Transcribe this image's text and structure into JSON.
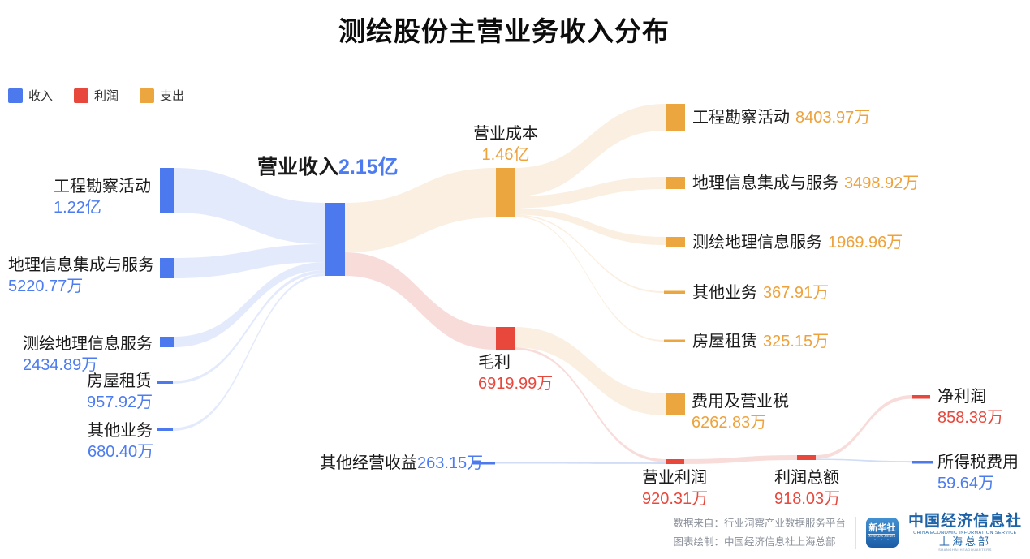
{
  "title": "测绘股份主营业务收入分布",
  "legend": [
    {
      "label": "收入",
      "color": "#4d79ee"
    },
    {
      "label": "利润",
      "color": "#e8473c"
    },
    {
      "label": "支出",
      "color": "#eca63f"
    }
  ],
  "colors": {
    "income_node": "#4d79ee",
    "income_flow": "#dbe4fa",
    "income_text": "#4d7cf0",
    "profit_node": "#e8473c",
    "profit_flow": "#f7d9d6",
    "profit_text": "#e8473c",
    "expense_node": "#eca63f",
    "expense_flow": "#faeedd",
    "expense_text": "#eda23c"
  },
  "chart_data": {
    "type": "sankey",
    "title": "测绘股份主营业务收入分布",
    "unit": "万 / 亿 (人民币)",
    "legend": [
      "收入",
      "利润",
      "支出"
    ],
    "nodes": [
      {
        "name": "工程勘察活动",
        "group": "收入",
        "value_label": "1.22亿"
      },
      {
        "name": "地理信息集成与服务",
        "group": "收入",
        "value_label": "5220.77万"
      },
      {
        "name": "测绘地理信息服务",
        "group": "收入",
        "value_label": "2434.89万"
      },
      {
        "name": "房屋租赁",
        "group": "收入",
        "value_label": "957.92万"
      },
      {
        "name": "其他业务",
        "group": "收入",
        "value_label": "680.40万"
      },
      {
        "name": "营业收入",
        "group": "收入",
        "value_label": "2.15亿"
      },
      {
        "name": "营业成本",
        "group": "支出",
        "value_label": "1.46亿"
      },
      {
        "name": "毛利",
        "group": "利润",
        "value_label": "6919.99万"
      },
      {
        "name": "工程勘察活动(成本)",
        "group": "支出",
        "value_label": "8403.97万"
      },
      {
        "name": "地理信息集成与服务(成本)",
        "group": "支出",
        "value_label": "3498.92万"
      },
      {
        "name": "测绘地理信息服务(成本)",
        "group": "支出",
        "value_label": "1969.96万"
      },
      {
        "name": "其他业务(成本)",
        "group": "支出",
        "value_label": "367.91万"
      },
      {
        "name": "房屋租赁(成本)",
        "group": "支出",
        "value_label": "325.15万"
      },
      {
        "name": "费用及营业税",
        "group": "支出",
        "value_label": "6262.83万"
      },
      {
        "name": "其他经营收益",
        "group": "收入",
        "value_label": "263.15万"
      },
      {
        "name": "营业利润",
        "group": "利润",
        "value_label": "920.31万"
      },
      {
        "name": "利润总额",
        "group": "利润",
        "value_label": "918.03万"
      },
      {
        "name": "净利润",
        "group": "利润",
        "value_label": "858.38万"
      },
      {
        "name": "所得税费用",
        "group": "收入",
        "value_label": "59.64万"
      }
    ],
    "links": [
      {
        "source": "工程勘察活动",
        "target": "营业收入",
        "value_wan": 12200
      },
      {
        "source": "地理信息集成与服务",
        "target": "营业收入",
        "value_wan": 5220.77
      },
      {
        "source": "测绘地理信息服务",
        "target": "营业收入",
        "value_wan": 2434.89
      },
      {
        "source": "房屋租赁",
        "target": "营业收入",
        "value_wan": 957.92
      },
      {
        "source": "其他业务",
        "target": "营业收入",
        "value_wan": 680.4
      },
      {
        "source": "营业收入",
        "target": "营业成本",
        "value_wan": 14600
      },
      {
        "source": "营业收入",
        "target": "毛利",
        "value_wan": 6919.99
      },
      {
        "source": "营业成本",
        "target": "工程勘察活动(成本)",
        "value_wan": 8403.97
      },
      {
        "source": "营业成本",
        "target": "地理信息集成与服务(成本)",
        "value_wan": 3498.92
      },
      {
        "source": "营业成本",
        "target": "测绘地理信息服务(成本)",
        "value_wan": 1969.96
      },
      {
        "source": "营业成本",
        "target": "其他业务(成本)",
        "value_wan": 367.91
      },
      {
        "source": "营业成本",
        "target": "房屋租赁(成本)",
        "value_wan": 325.15
      },
      {
        "source": "毛利",
        "target": "费用及营业税",
        "value_wan": 6262.83
      },
      {
        "source": "毛利",
        "target": "营业利润",
        "value_wan": 657.16
      },
      {
        "source": "其他经营收益",
        "target": "营业利润",
        "value_wan": 263.15
      },
      {
        "source": "营业利润",
        "target": "利润总额",
        "value_wan": 920.31
      },
      {
        "source": "利润总额",
        "target": "净利润",
        "value_wan": 858.38
      },
      {
        "source": "利润总额",
        "target": "所得税费用",
        "value_wan": 59.64
      }
    ]
  },
  "labels": {
    "center": {
      "name": "营业收入",
      "value": "2.15亿"
    },
    "left": [
      {
        "name": "工程勘察活动",
        "value": "1.22亿"
      },
      {
        "name": "地理信息集成与服务",
        "value": "5220.77万"
      },
      {
        "name": "测绘地理信息服务",
        "value": "2434.89万"
      },
      {
        "name": "房屋租赁",
        "value": "957.92万"
      },
      {
        "name": "其他业务",
        "value": "680.40万"
      }
    ],
    "cost": {
      "name": "营业成本",
      "value": "1.46亿"
    },
    "gross": {
      "name": "毛利",
      "value": "6919.99万"
    },
    "right": [
      {
        "name": "工程勘察活动",
        "value": "8403.97万"
      },
      {
        "name": "地理信息集成与服务",
        "value": "3498.92万"
      },
      {
        "name": "测绘地理信息服务",
        "value": "1969.96万"
      },
      {
        "name": "其他业务",
        "value": "367.91万"
      },
      {
        "name": "房屋租赁",
        "value": "325.15万"
      }
    ],
    "expense": {
      "name": "费用及营业税",
      "value": "6262.83万"
    },
    "other_income": {
      "name": "其他经营收益",
      "value": "263.15万"
    },
    "op_profit": {
      "name": "营业利润",
      "value": "920.31万"
    },
    "total_profit": {
      "name": "利润总额",
      "value": "918.03万"
    },
    "net_profit": {
      "name": "净利润",
      "value": "858.38万"
    },
    "income_tax": {
      "name": "所得税费用",
      "value": "59.64万"
    }
  },
  "footer": {
    "source_line1": "数据来自：行业洞察产业数据服务平台",
    "source_line2": "图表绘制：中国经济信息社上海总部",
    "xinhua_name": "新华社",
    "xinhua_sub": "XINHUA NEWS",
    "org_name": "中国经济信息社",
    "org_eng": "CHINA ECONOMIC INFORMATION SERVICE",
    "org_branch": "上海总部",
    "org_branch_sub": "SHANGHAI HEADQUARTERS"
  }
}
